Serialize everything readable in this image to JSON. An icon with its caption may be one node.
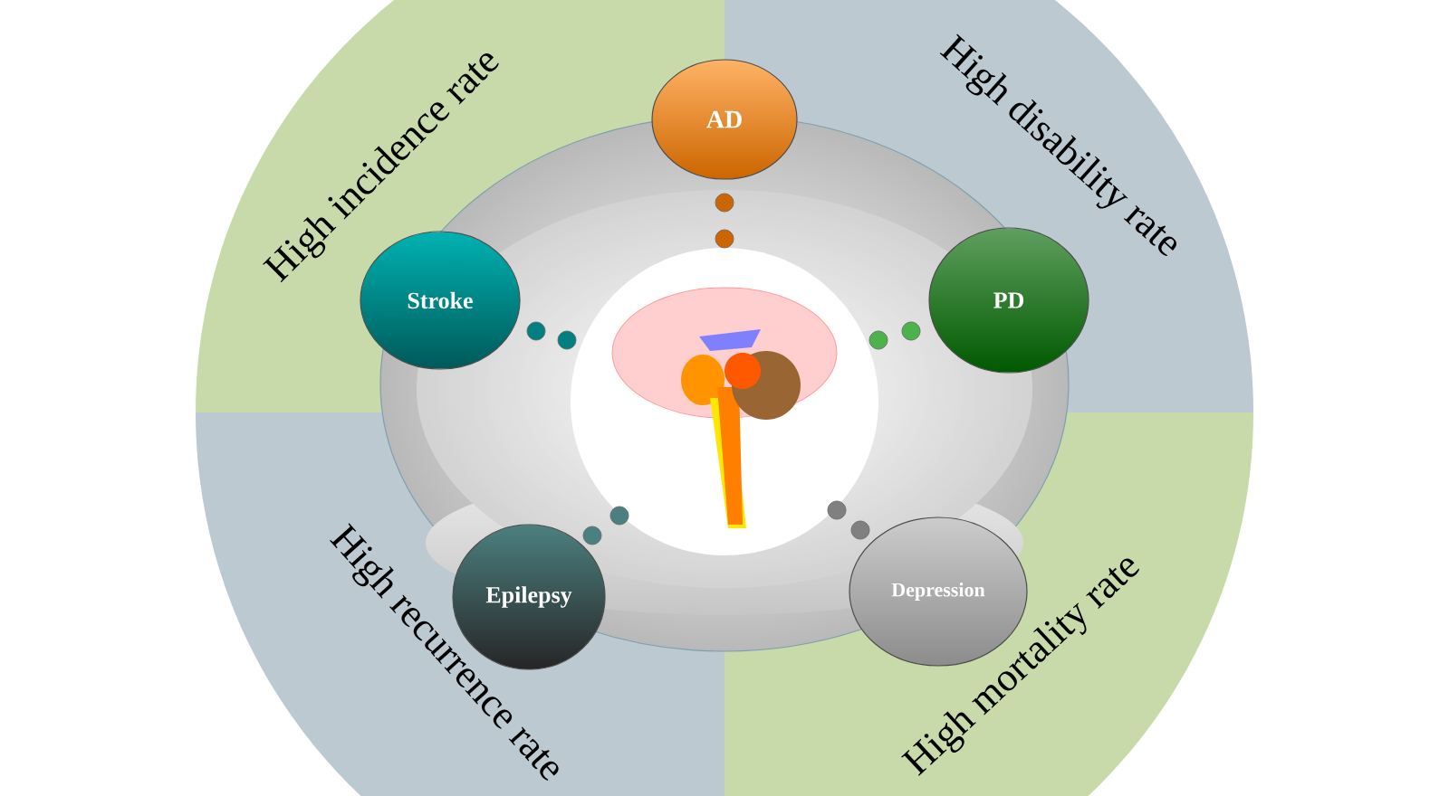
{
  "diagram": {
    "nodes": [
      {
        "text": [
          "High incidence rate"
        ]
      },
      {
        "text": [
          "High disability rate"
        ]
      },
      {
        "text": [
          "High recurrence rate"
        ]
      },
      {
        "text": [
          "High mortality rate"
        ]
      },
      {
        "text": [
          "AD"
        ]
      },
      {
        "text": [
          "Stroke"
        ],
        "in": 0
      },
      {
        "text": [
          "PD"
        ],
        "in": 1
      },
      {
        "text": [
          "Epilepsy"
        ],
        "in": 2
      },
      {
        "text": [
          "Depression"
        ],
        "in": 3
      }
    ]
  }
}
